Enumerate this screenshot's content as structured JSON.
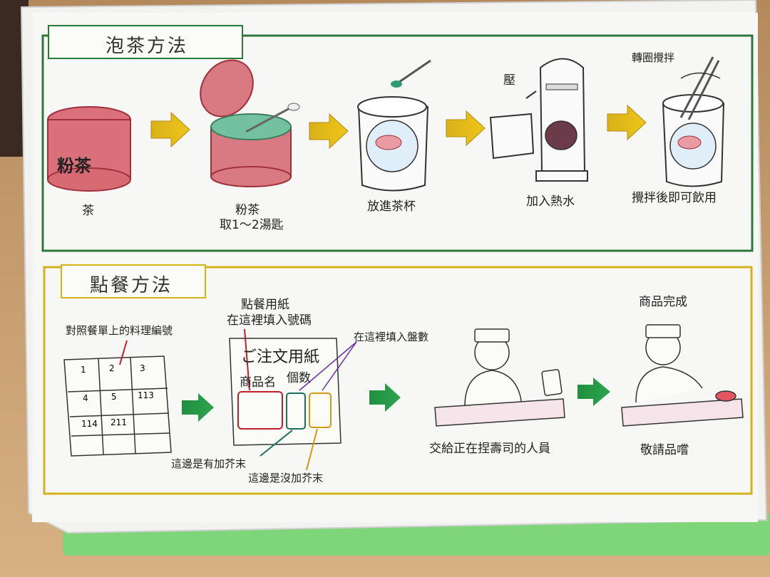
{
  "tea": {
    "section_title": "泡茶方法",
    "steps": [
      {
        "label": "茶"
      },
      {
        "label": "粉茶",
        "sublabel": "取1～2湯匙"
      },
      {
        "label": "放進茶杯"
      },
      {
        "label": "加入熱水"
      },
      {
        "label": "攪拌後即可飲用"
      }
    ],
    "can_text": "粉茶",
    "press_label": "壓",
    "stir_label": "轉圈攪拌"
  },
  "order": {
    "section_title": "點餐方法",
    "menu_label": "對照餐單上的料理編號",
    "menu_numbers": [
      "1",
      "2",
      "3",
      "4",
      "5",
      "113",
      "114",
      "211"
    ],
    "paper_label_1": "點餐用紙",
    "paper_label_2": "在這裡填入號碼",
    "count_label": "在這裡填入盤數",
    "form_title": "ご注文用紙",
    "form_col_name": "商品名",
    "form_col_count": "個数",
    "wasabi_yes": "這邊是有加芥末",
    "wasabi_no": "這邊是沒加芥末",
    "handover_label": "交給正在捏壽司的人員",
    "done_label": "商品完成",
    "enjoy_label": "敬請品嚐"
  }
}
